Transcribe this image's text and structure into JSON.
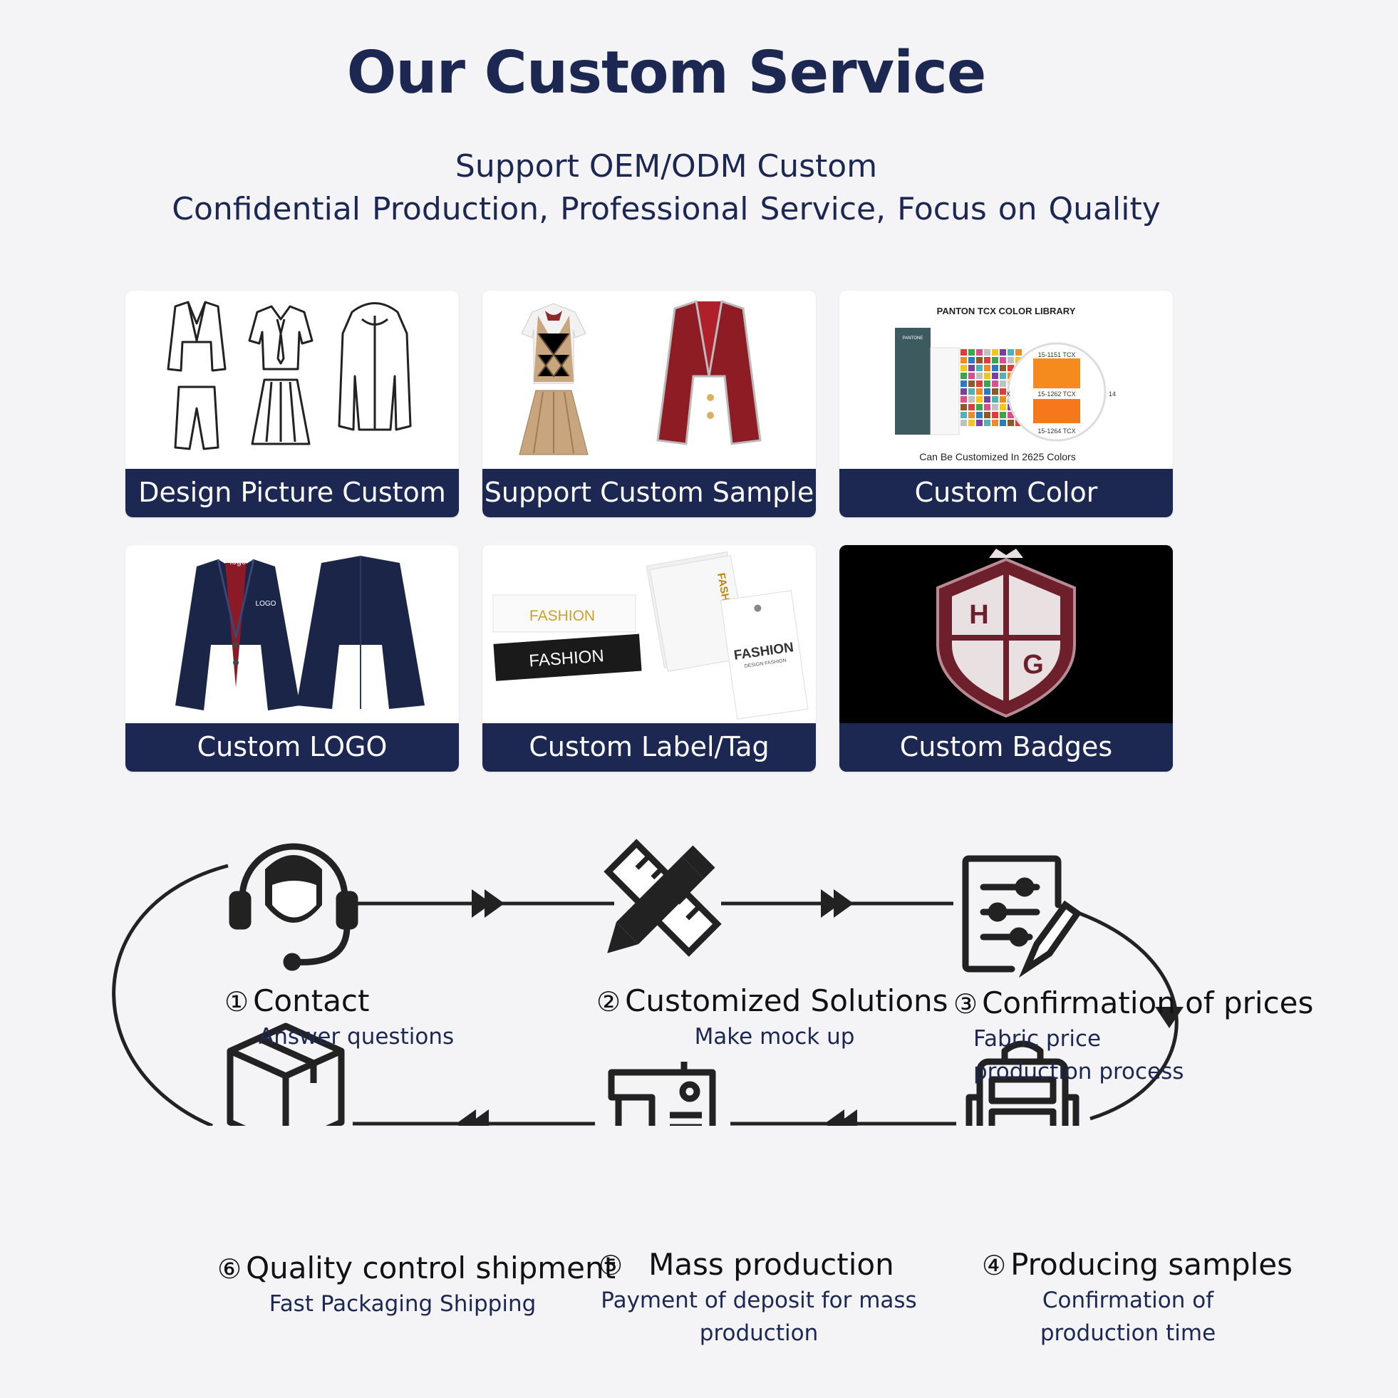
{
  "header": {
    "title": "Our Custom Service",
    "subtitle_line1": "Support OEM/ODM Custom",
    "subtitle_line2": "Confidential Production,  Professional Service,  Focus on Quality"
  },
  "cards": [
    {
      "label": "Design Picture Custom",
      "icon": "clothing-sketch-icon"
    },
    {
      "label": "Support Custom Sample",
      "icon": "uniform-sample-photo"
    },
    {
      "label": "Custom Color",
      "icon": "pantone-color-book-photo",
      "pic_title": "PANTON TCX COLOR LIBRARY",
      "pic_caption": "Can Be Customized In 2625 Colors",
      "swatch_1": "15-1151 TCX",
      "swatch_2": "15-1262 TCX",
      "swatch_3": "15-1264 TCX",
      "swatch_edge_1": "14",
      "swatch_edge_2": "X",
      "book_brand": "PANTONE"
    },
    {
      "label": "Custom LOGO",
      "icon": "blazer-logo-photo",
      "logo_tag": "logo",
      "logo_chest": "LOGO"
    },
    {
      "label": "Custom Label/Tag",
      "icon": "fashion-label-photo",
      "label_1": "FASHION",
      "label_2": "FASHION",
      "tag_main": "FASHION",
      "tag_small": "DESIGN FASHION",
      "tag_top": "FASHI"
    },
    {
      "label": "Custom Badges",
      "icon": "embroidered-badge-photo",
      "badge_letters": [
        "H",
        "G"
      ]
    }
  ],
  "steps": [
    {
      "number": "①",
      "title": "Contact",
      "lines": [
        "Answer questions"
      ],
      "icon": "customer-service-headset-icon"
    },
    {
      "number": "②",
      "title": "Customized Solutions",
      "lines": [
        "Make mock up"
      ],
      "icon": "pencil-ruler-icon"
    },
    {
      "number": "③",
      "title": "Confirmation  of prices",
      "lines": [
        "Fabric price",
        "production process"
      ],
      "icon": "document-pen-icon"
    },
    {
      "number": "④",
      "title": "Producing samples",
      "lines": [
        "Confirmation of",
        "production time"
      ],
      "icon": "backpack-icon"
    },
    {
      "number": "⑤",
      "title": "Mass production",
      "lines": [
        "Payment of deposit for mass",
        "production"
      ],
      "icon": "sewing-machine-icon"
    },
    {
      "number": "⑥",
      "title": "Quality control shipment",
      "lines": [
        "Fast Packaging Shipping"
      ],
      "icon": "package-box-icon"
    }
  ],
  "colors": {
    "navy": "#1c2852",
    "background": "#f4f4f6",
    "ink": "#111111"
  }
}
